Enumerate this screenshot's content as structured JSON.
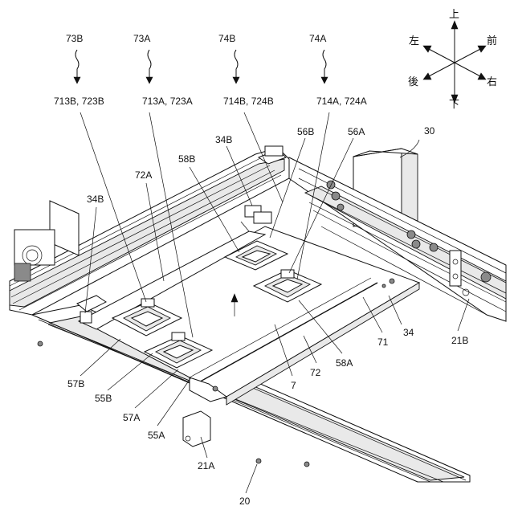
{
  "directions": {
    "up": "上",
    "left": "左",
    "front": "前",
    "back": "後",
    "right": "右",
    "down": "下"
  },
  "top_groups": [
    {
      "id": "73B",
      "sub": "713B, 723B"
    },
    {
      "id": "73A",
      "sub": "713A, 723A"
    },
    {
      "id": "74B",
      "sub": "714B, 724B"
    },
    {
      "id": "74A",
      "sub": "714A, 724A"
    }
  ],
  "labels": {
    "l30": "30",
    "l34B_top": "34B",
    "l56B": "56B",
    "l56A": "56A",
    "l72A": "72A",
    "l58B": "58B",
    "l34B_left": "34B",
    "l57B": "57B",
    "l55B": "55B",
    "l57A": "57A",
    "l55A": "55A",
    "l7": "7",
    "l72": "72",
    "l58A": "58A",
    "l71": "71",
    "l34": "34",
    "l21B": "21B",
    "l21A": "21A",
    "l20": "20"
  }
}
